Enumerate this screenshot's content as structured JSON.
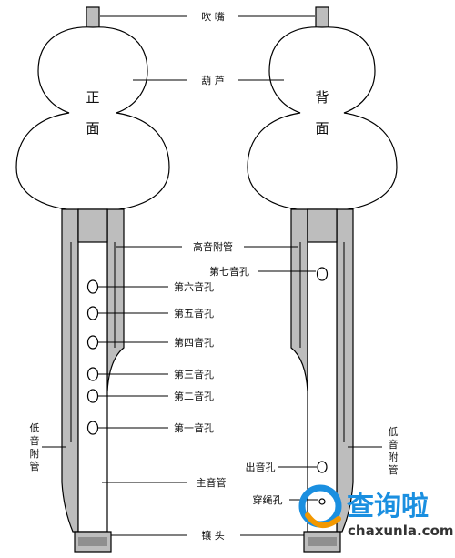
{
  "views": {
    "front": [
      "正",
      "面"
    ],
    "back": [
      "背",
      "面"
    ]
  },
  "labels": {
    "mouthpiece": "吹 嘴",
    "gourd": "葫 芦",
    "high_pipe": "高音附管",
    "hole7": "第七音孔",
    "hole6": "第六音孔",
    "hole5": "第五音孔",
    "hole4": "第四音孔",
    "hole3": "第三音孔",
    "hole2": "第二音孔",
    "hole1": "第一音孔",
    "low_pipe_left": [
      "低",
      "音",
      "附",
      "管"
    ],
    "low_pipe_right": [
      "低",
      "音",
      "附",
      "管"
    ],
    "exit_hole": "出音孔",
    "rope_hole": "穿绳孔",
    "main_pipe": "主音管",
    "cap": "镶 头"
  },
  "watermark": {
    "brand": "查询啦",
    "domain": "chaxunla.com"
  },
  "colors": {
    "pipe_gray": "#bdbdbd",
    "watermark_blue": "#1a8fe0",
    "watermark_orange": "#f39800"
  }
}
